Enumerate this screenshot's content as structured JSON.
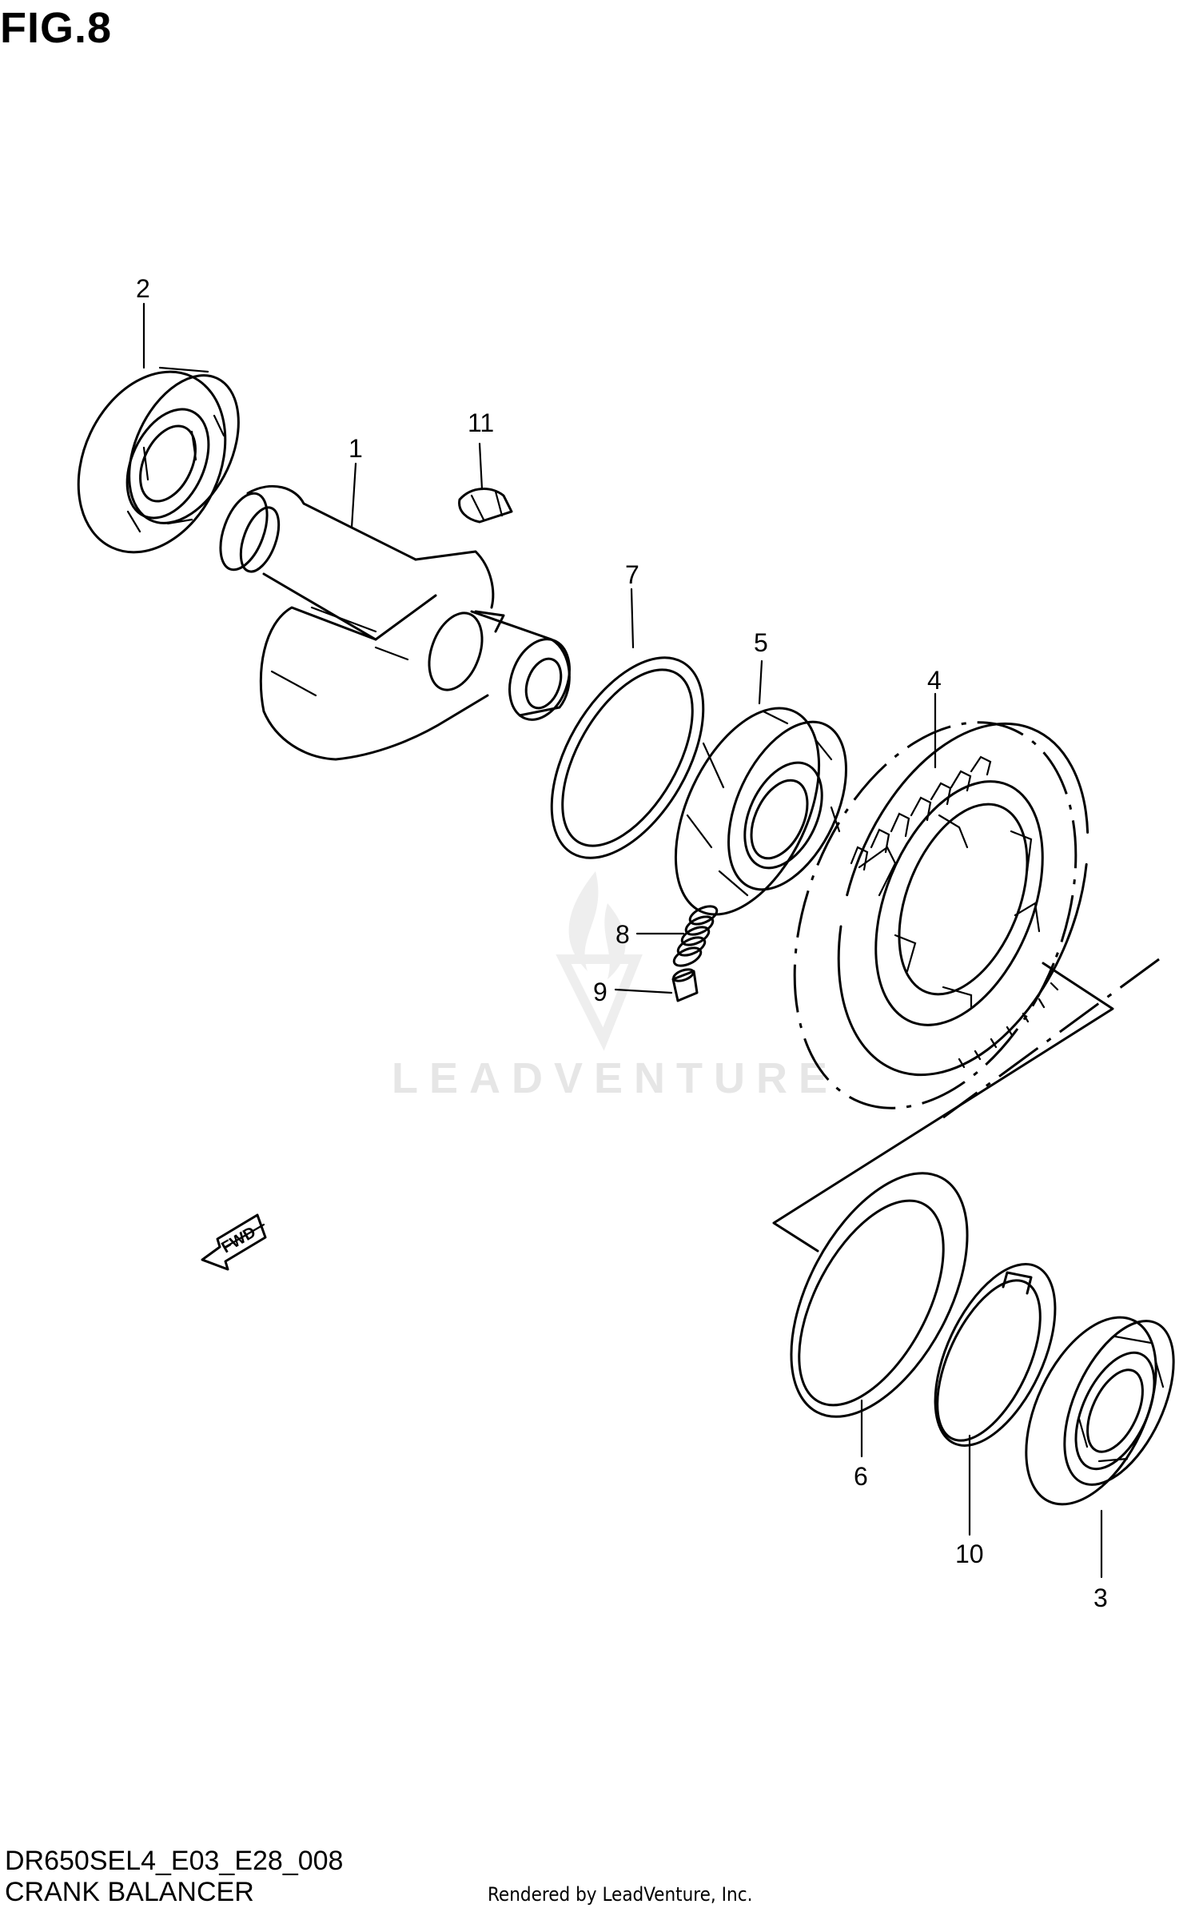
{
  "figure_title": "FIG.8",
  "footer": {
    "diagram_code": "DR650SEL4_E03_E28_008",
    "diagram_name": "CRANK BALANCER",
    "rendered_by": "Rendered by LeadVenture, Inc."
  },
  "watermark": "LEADVENTURE",
  "fwd_label": "FWD",
  "callouts": {
    "p1": "1",
    "p2": "2",
    "p3": "3",
    "p4": "4",
    "p5": "5",
    "p6": "6",
    "p7": "7",
    "p8": "8",
    "p9": "9",
    "p10": "10",
    "p11": "11"
  }
}
